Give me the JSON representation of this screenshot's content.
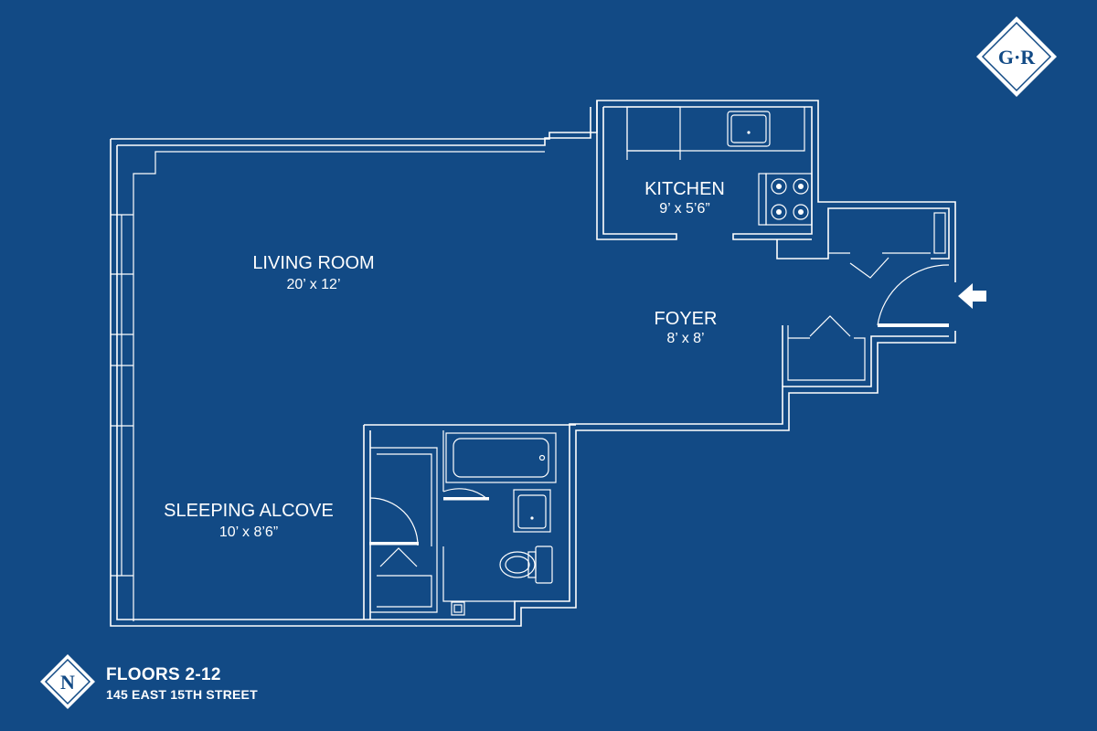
{
  "brand": {
    "logo_text": "G·R"
  },
  "compass": {
    "label": "N"
  },
  "footer": {
    "floors": "FLOORS 2-12",
    "address": "145 EAST 15TH STREET"
  },
  "rooms": {
    "kitchen": {
      "name": "KITCHEN",
      "dims": "9’ x 5’6”"
    },
    "living_room": {
      "name": "LIVING ROOM",
      "dims": "20’ x 12’"
    },
    "foyer": {
      "name": "FOYER",
      "dims": "8’ x 8’"
    },
    "sleeping_alcove": {
      "name": "SLEEPING ALCOVE",
      "dims": "10’ x 8’6”"
    }
  },
  "icons": {
    "entrance": "entrance-arrow-icon",
    "compass": "north-compass-icon",
    "logo": "gr-logo-icon"
  },
  "colors": {
    "background": "#124a85",
    "lines": "#ffffff"
  }
}
